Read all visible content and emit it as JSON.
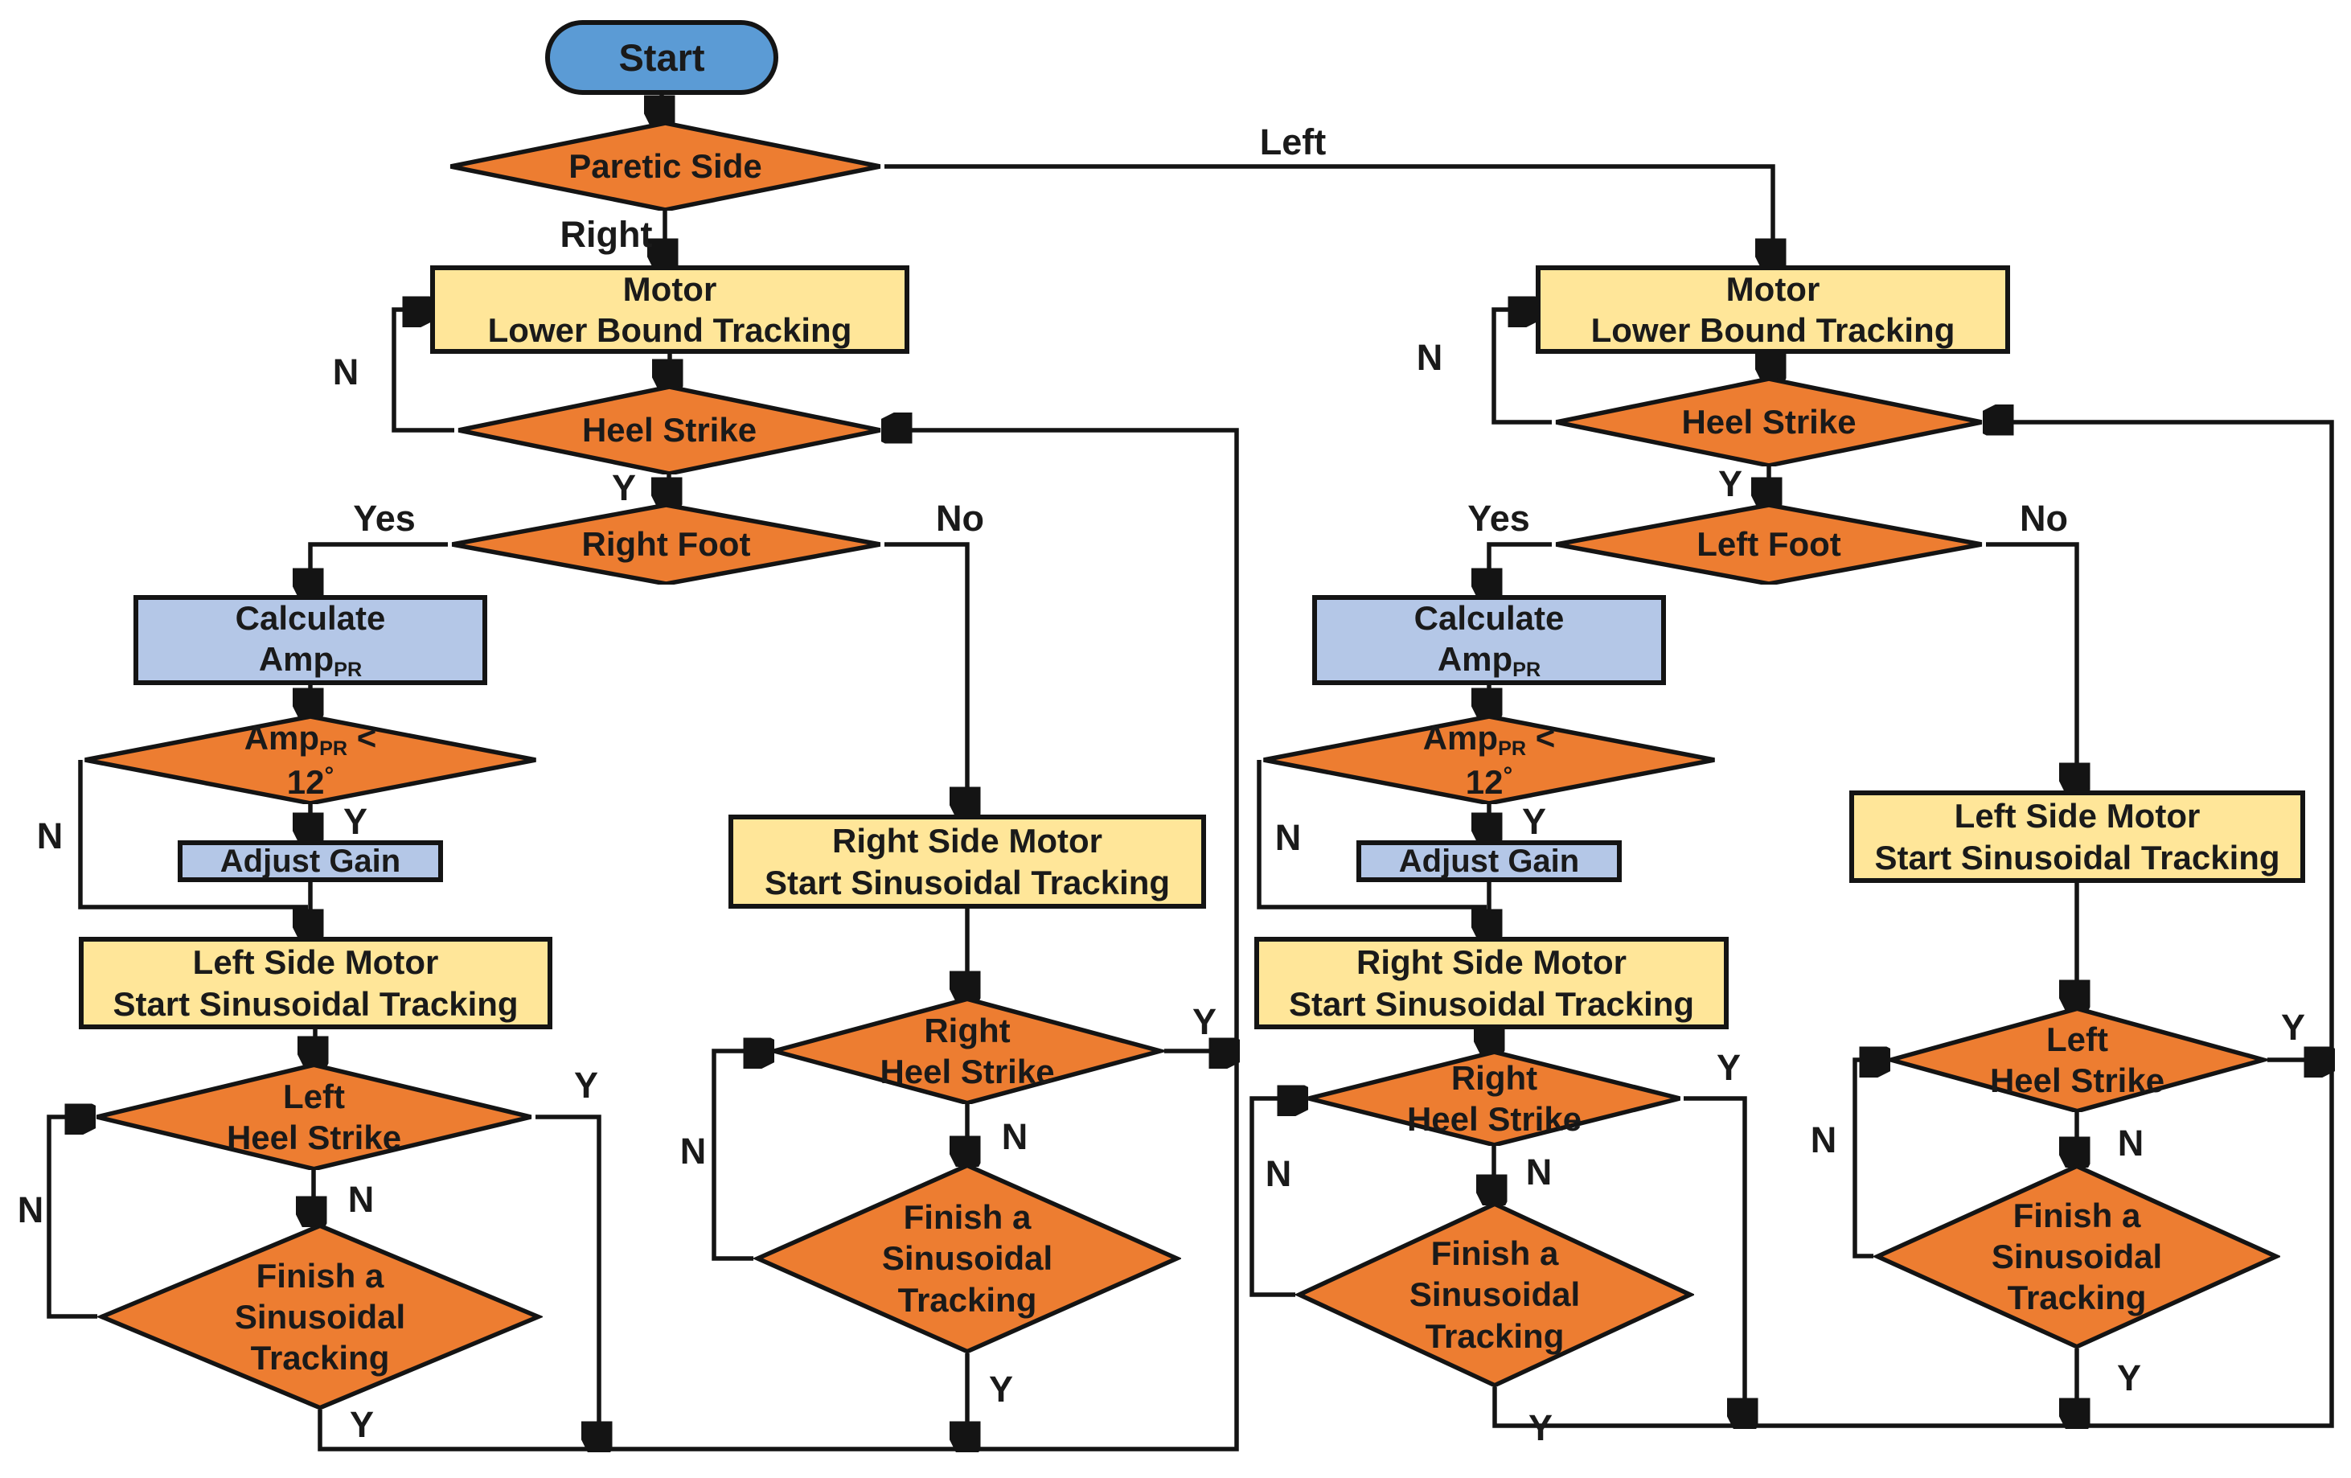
{
  "diagram_type": "flowchart",
  "colors": {
    "terminator_fill": "#5B9BD5",
    "decision_fill": "#ED7D31",
    "process_yellow_fill": "#FFE699",
    "process_blue_fill": "#B4C7E7",
    "outline": "#141414",
    "background": "#FFFFFF"
  },
  "labels": {
    "start": "Start",
    "paretic_side": "Paretic Side",
    "motor_line1": "Motor",
    "motor_line2": "Lower Bound Tracking",
    "heel_strike": "Heel Strike",
    "right_foot": "Right Foot",
    "left_foot": "Left Foot",
    "calculate": "Calculate",
    "amp": "Amp",
    "amp_sub": "PR",
    "less_than": "<",
    "threshold": "12",
    "degree": "°",
    "adjust_gain": "Adjust Gain",
    "left_side_motor": "Left Side Motor",
    "right_side_motor": "Right Side Motor",
    "start_sinusoidal": "Start Sinusoidal Tracking",
    "left": "Left",
    "right": "Right",
    "finish_line1": "Finish a",
    "finish_line2": "Sinusoidal",
    "finish_line3": "Tracking",
    "yes": "Yes",
    "no": "No",
    "y": "Y",
    "n": "N"
  }
}
